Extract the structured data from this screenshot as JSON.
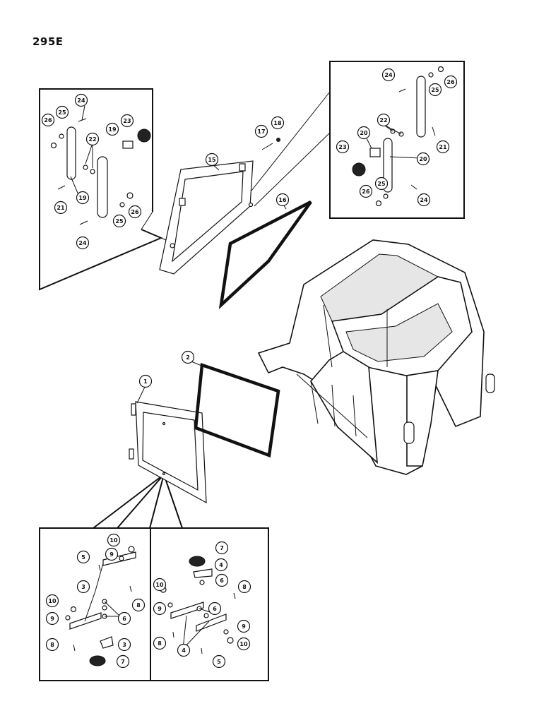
{
  "page": {
    "code": "295E"
  },
  "callouts": [
    {
      "id": "c1",
      "label": "1"
    },
    {
      "id": "c2",
      "label": "2"
    },
    {
      "id": "c15",
      "label": "15"
    },
    {
      "id": "c16",
      "label": "16"
    },
    {
      "id": "c17",
      "label": "17"
    },
    {
      "id": "c18",
      "label": "18"
    },
    {
      "id": "l26",
      "label": "26"
    },
    {
      "id": "l25a",
      "label": "25"
    },
    {
      "id": "l24a",
      "label": "24"
    },
    {
      "id": "l23",
      "label": "23"
    },
    {
      "id": "l19a",
      "label": "19"
    },
    {
      "id": "l22",
      "label": "22"
    },
    {
      "id": "l21",
      "label": "21"
    },
    {
      "id": "l19b",
      "label": "19"
    },
    {
      "id": "l26b",
      "label": "26"
    },
    {
      "id": "l25b",
      "label": "25"
    },
    {
      "id": "l24b",
      "label": "24"
    },
    {
      "id": "r24a",
      "label": "24"
    },
    {
      "id": "r25a",
      "label": "25"
    },
    {
      "id": "r26a",
      "label": "26"
    },
    {
      "id": "r22",
      "label": "22"
    },
    {
      "id": "r20a",
      "label": "20"
    },
    {
      "id": "r23",
      "label": "23"
    },
    {
      "id": "r20b",
      "label": "20"
    },
    {
      "id": "r21",
      "label": "21"
    },
    {
      "id": "r26b",
      "label": "26"
    },
    {
      "id": "r25b",
      "label": "25"
    },
    {
      "id": "r24b",
      "label": "24"
    },
    {
      "id": "a10",
      "label": "10"
    },
    {
      "id": "a5",
      "label": "5"
    },
    {
      "id": "a9",
      "label": "9"
    },
    {
      "id": "a3a",
      "label": "3"
    },
    {
      "id": "a8a",
      "label": "8"
    },
    {
      "id": "a10b",
      "label": "10"
    },
    {
      "id": "a9b",
      "label": "9"
    },
    {
      "id": "a6",
      "label": "6"
    },
    {
      "id": "a8b",
      "label": "8"
    },
    {
      "id": "a3b",
      "label": "3"
    },
    {
      "id": "a7",
      "label": "7"
    },
    {
      "id": "b7",
      "label": "7"
    },
    {
      "id": "b4a",
      "label": "4"
    },
    {
      "id": "b10a",
      "label": "10"
    },
    {
      "id": "b6a",
      "label": "6"
    },
    {
      "id": "b8a",
      "label": "8"
    },
    {
      "id": "b9a",
      "label": "9"
    },
    {
      "id": "b6b",
      "label": "6"
    },
    {
      "id": "b8b",
      "label": "8"
    },
    {
      "id": "b4b",
      "label": "4"
    },
    {
      "id": "b9b",
      "label": "9"
    },
    {
      "id": "b10b",
      "label": "10"
    },
    {
      "id": "b5",
      "label": "5"
    }
  ]
}
